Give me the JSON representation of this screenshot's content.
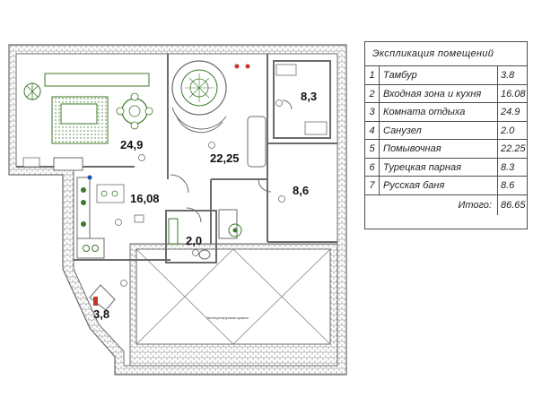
{
  "plan": {
    "rooms": [
      {
        "number": "1",
        "area": "3,8"
      },
      {
        "number": "2",
        "area": "16,08"
      },
      {
        "number": "3",
        "area": "24,9"
      },
      {
        "number": "4",
        "area": "2,0"
      },
      {
        "number": "5",
        "area": "22,25"
      },
      {
        "number": "6",
        "area": "8,3"
      },
      {
        "number": "7",
        "area": "8,6"
      }
    ],
    "note": "Эксплуатируемая кровля"
  },
  "explication": {
    "title": "Экспликация помещений",
    "rows": [
      {
        "num": "1",
        "name": "Тамбур",
        "area": "3.8"
      },
      {
        "num": "2",
        "name": "Входная зона и кухня",
        "area": "16.08"
      },
      {
        "num": "3",
        "name": "Комната отдыха",
        "area": "24.9"
      },
      {
        "num": "4",
        "name": "Санузел",
        "area": "2.0"
      },
      {
        "num": "5",
        "name": "Помывочная",
        "area": "22.25"
      },
      {
        "num": "6",
        "name": "Турецкая парная",
        "area": "8.3"
      },
      {
        "num": "7",
        "name": "Русская баня",
        "area": "8.6"
      }
    ],
    "total_label": "Итого:",
    "total_value": "86.65"
  },
  "colors": {
    "wall": "#6b6b6b",
    "hatch": "#9a9a9a",
    "furniture": "#3b7a2a",
    "accent_red": "#c0392b",
    "table_line": "#4d4d4d"
  }
}
